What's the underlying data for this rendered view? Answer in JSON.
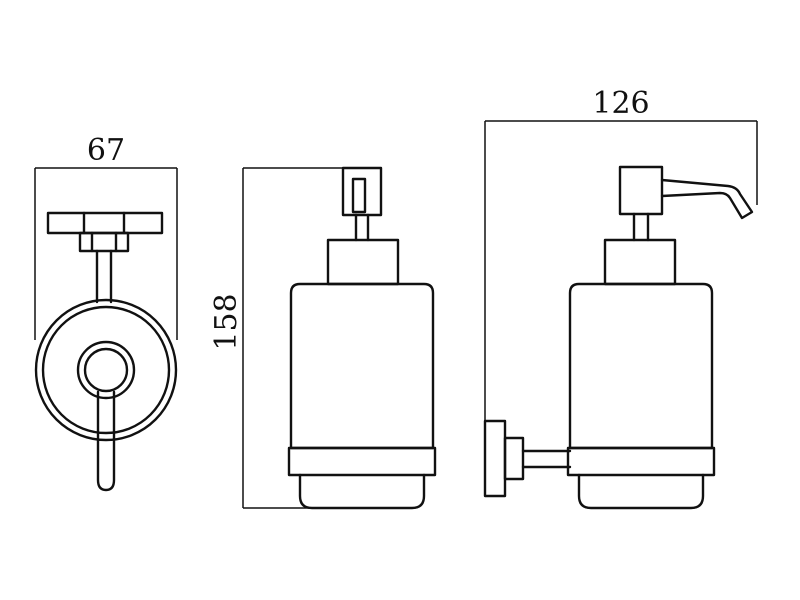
{
  "dimensions": {
    "top_view_width": "67",
    "front_view_height": "158",
    "side_view_depth": "126"
  },
  "colors": {
    "line": "#111111",
    "background": "#ffffff"
  }
}
